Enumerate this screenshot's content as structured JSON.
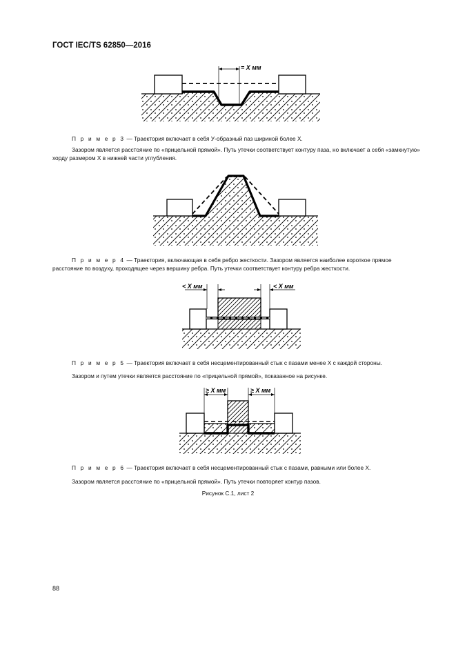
{
  "header": {
    "title": "ГОСТ IEC/TS 62850—2016"
  },
  "figures": [
    {
      "label": "= X мм"
    },
    {
      "label": ""
    },
    {
      "label_left": "< X мм",
      "label_right": "< X мм"
    },
    {
      "label_left": "≥ X мм",
      "label_right": "≥ X мм"
    }
  ],
  "examples": [
    {
      "prefix": "П р и м е р   3",
      "text": " — Траектория включает в себя У-образный паз шириной более X.",
      "note": "Зазором является расстояние по «прицельной прямой». Путь утечки соответствует контуру паза, но включает а себя «замкнутую» хорду размером X в нижней части углубления."
    },
    {
      "prefix": "П р и м е р   4",
      "text": " — Траектория, включающая в себя ребро жесткости. Зазором является наиболее короткое пря­мое расстояние по воздуху, проходящее через вершину ребра. Путь утечки соответствует контуру ребра жесткости.",
      "note": ""
    },
    {
      "prefix": "П р и м е р   5",
      "text": " — Траектория включает в себя несцементированный стык с пазами менее X с каждой стороны.",
      "note": "Зазором и путем утечки является расстояние по «прицельной прямой», показанное на рисунке."
    },
    {
      "prefix": "П р и м е р   6",
      "text": " — Траектория включает в себя несцементированный стык с пазами, равными или более X.",
      "note": "Зазором является расстояние по «прицельной прямой». Путь утечки повторяет контур пазов."
    }
  ],
  "caption": "Рисунок С.1, лист 2",
  "page_number": "88"
}
